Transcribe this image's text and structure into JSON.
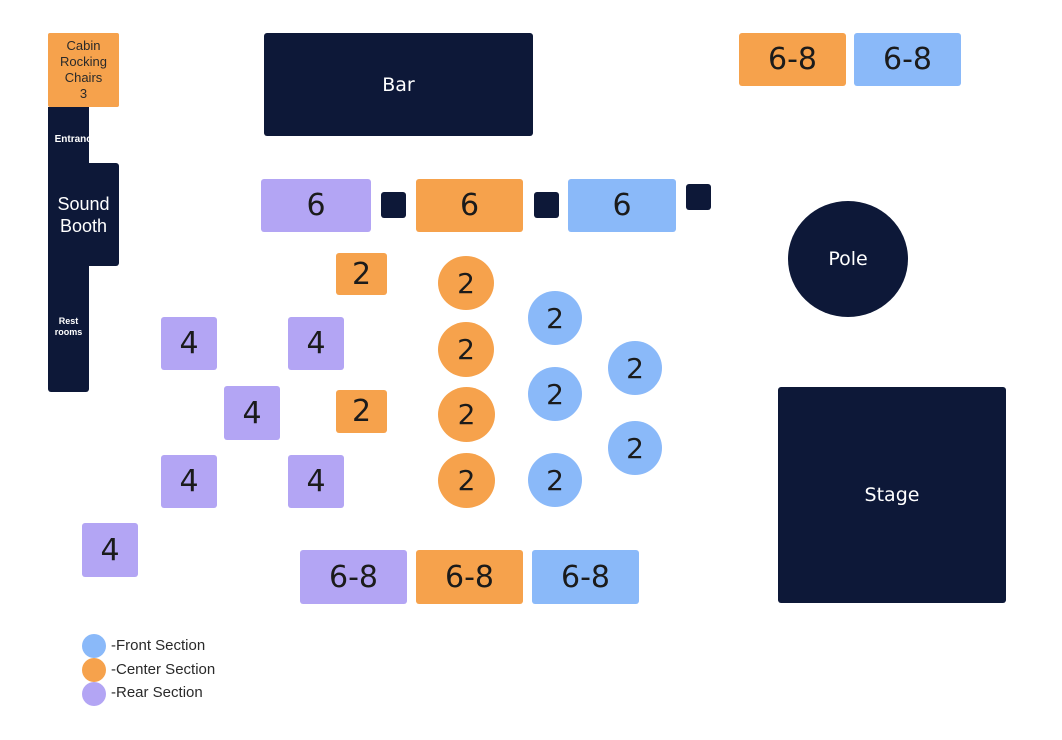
{
  "colors": {
    "navy": "#0d1838",
    "front": "#8ab9f9",
    "center": "#f6a24c",
    "rear": "#b3a5f4"
  },
  "labels": {
    "bar": "Bar",
    "pole": "Pole",
    "stage": "Stage",
    "entrance": "Entrance",
    "sound_booth_line1": "Sound",
    "sound_booth_line2": "Booth",
    "restrooms_line1": "Rest",
    "restrooms_line2": "rooms",
    "cabin_line1": "Cabin",
    "cabin_line2": "Rocking",
    "cabin_line3": "Chairs",
    "cabin_line4": "3"
  },
  "tables": {
    "top_right_center": "6-8",
    "top_right_front": "6-8",
    "row6_rear": "6",
    "row6_center": "6",
    "row6_front": "6",
    "center_sq_top": "2",
    "center_sq_bottom": "2",
    "center_round_1": "2",
    "center_round_2": "2",
    "center_round_3": "2",
    "center_round_4": "2",
    "front_round_1": "2",
    "front_round_2": "2",
    "front_round_3": "2",
    "front_round_4": "2",
    "front_round_5": "2",
    "rear_4_a": "4",
    "rear_4_b": "4",
    "rear_4_c": "4",
    "rear_4_d": "4",
    "rear_4_e": "4",
    "rear_4_f": "4",
    "bottom_rear": "6-8",
    "bottom_center": "6-8",
    "bottom_front": "6-8"
  },
  "legend": {
    "front": "-Front Section",
    "center": "-Center Section",
    "rear": "-Rear Section"
  }
}
